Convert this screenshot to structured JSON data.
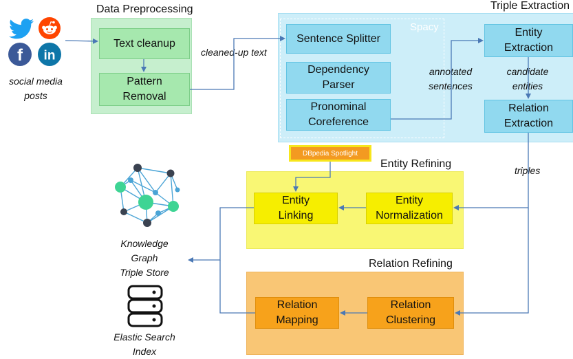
{
  "social": {
    "caption": [
      "social media",
      "posts"
    ],
    "icons": [
      "twitter-icon",
      "reddit-icon",
      "facebook-icon",
      "linkedin-icon"
    ],
    "facebook_glyph": "f",
    "linkedin_glyph": "in"
  },
  "preprocessing": {
    "title": "Data Preprocessing",
    "text_cleanup": "Text cleanup",
    "pattern_removal": [
      "Pattern",
      "Removal"
    ]
  },
  "cleaned_label": "cleaned-up text",
  "triple_extraction": {
    "title": "Triple Extraction",
    "spacy_label": "Spacy",
    "sentence_splitter": "Sentence Splitter",
    "dependency_parser": [
      "Dependency",
      "Parser"
    ],
    "pronominal_coreference": [
      "Pronominal",
      "Coreference"
    ],
    "annotated_sentences": [
      "annotated",
      "sentences"
    ],
    "entity_extraction": [
      "Entity",
      "Extraction"
    ],
    "candidate_entities": [
      "candidate",
      "entities"
    ],
    "relation_extraction": [
      "Relation",
      "Extraction"
    ]
  },
  "triples_label": "triples",
  "dbpedia_label": "DBpedia Spotlight",
  "entity_refining": {
    "title": "Entity Refining",
    "entity_linking": [
      "Entity",
      "Linking"
    ],
    "entity_normalization": [
      "Entity",
      "Normalization"
    ]
  },
  "relation_refining": {
    "title": "Relation Refining",
    "relation_mapping": [
      "Relation",
      "Mapping"
    ],
    "relation_clustering": [
      "Relation",
      "Clustering"
    ]
  },
  "knowledge_graph": [
    "Knowledge",
    "Graph",
    "Triple Store"
  ],
  "elastic_search": [
    "Elastic Search",
    "Index"
  ],
  "colors": {
    "arrow": "#4a78b5",
    "preprocessing_green": "#c6efce",
    "extraction_blue": "#cdeef9",
    "entity_yellow": "#f9f774",
    "relation_orange": "#f9c675",
    "twitter": "#1da1f2",
    "reddit": "#ff4500",
    "facebook": "#3b5998",
    "linkedin": "#0e76a8",
    "graph_green": "#3ed494",
    "graph_blue": "#4aa4d6",
    "graph_dark": "#3a4250"
  }
}
